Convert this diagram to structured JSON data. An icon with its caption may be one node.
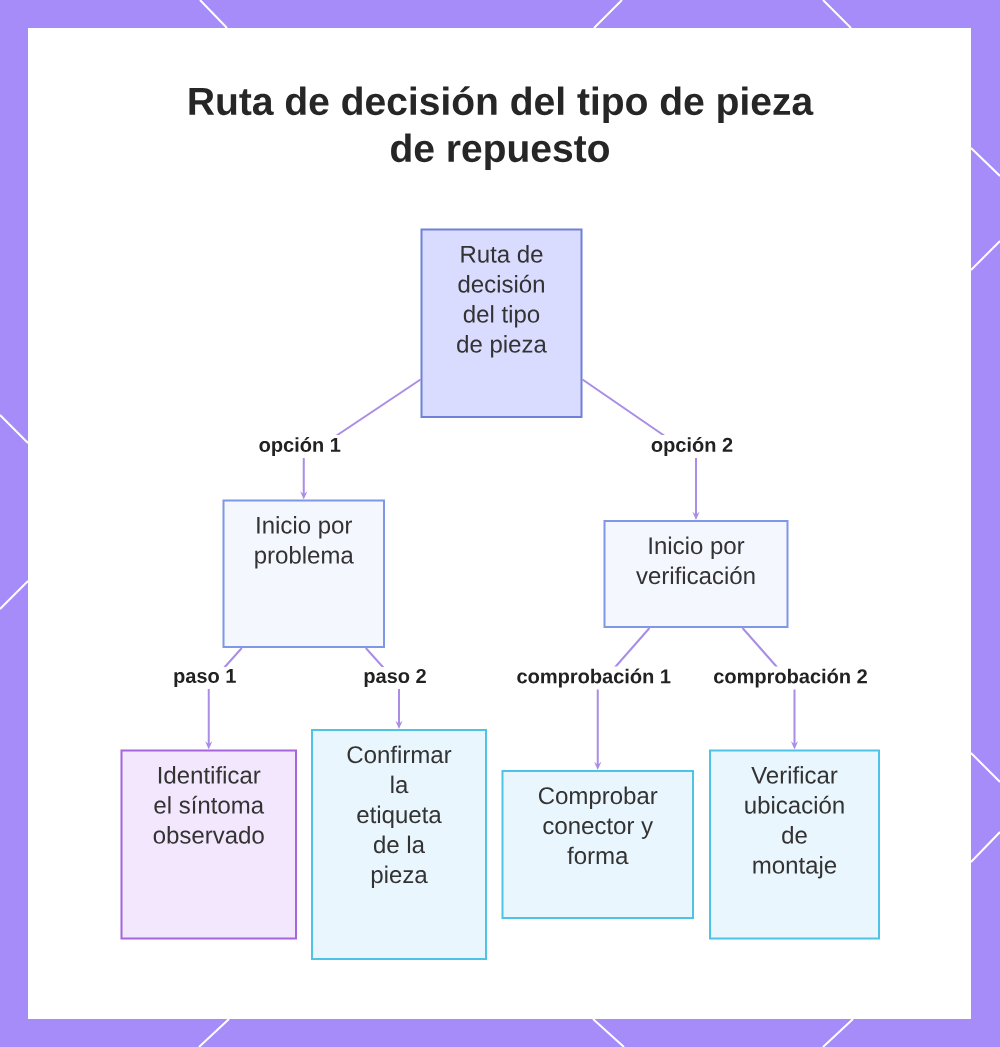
{
  "diagram": {
    "title": "Ruta de decisión del tipo de pieza de repuesto",
    "nodes": [
      {
        "text": [
          "Ruta de decisión del tipo de pieza"
        ]
      },
      {
        "text": [
          "Inicio por problema"
        ]
      },
      {
        "text": [
          "Inicio por verificación"
        ]
      },
      {
        "text": [
          "Identificar el síntoma observado"
        ]
      },
      {
        "text": [
          "Confirmar la etiqueta de la pieza"
        ]
      },
      {
        "text": [
          "Comprobar conector y forma"
        ]
      },
      {
        "text": [
          "Verificar ubicación de montaje"
        ]
      }
    ],
    "edges": [
      {
        "from": 0,
        "to": 1,
        "arrow": "to",
        "label": "opción 1"
      },
      {
        "from": 0,
        "to": 2,
        "arrow": "to",
        "label": "opción 2"
      },
      {
        "from": 1,
        "to": 3,
        "arrow": "to",
        "label": "paso 1"
      },
      {
        "from": 1,
        "to": 4,
        "arrow": "to",
        "label": "paso 2"
      },
      {
        "from": 2,
        "to": 5,
        "arrow": "to",
        "label": "comprobación 1"
      },
      {
        "from": 2,
        "to": 6,
        "arrow": "to",
        "label": "comprobación 2"
      }
    ]
  }
}
